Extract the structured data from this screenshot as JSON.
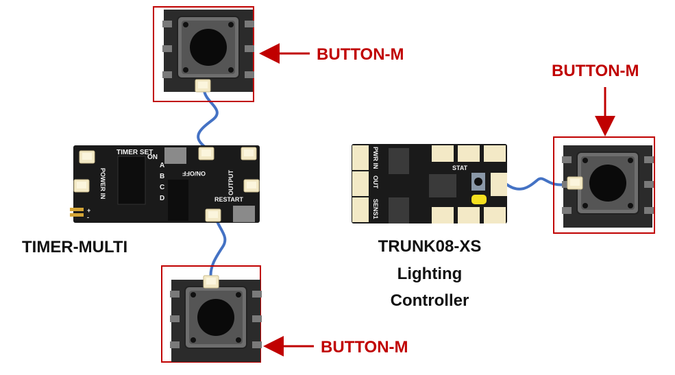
{
  "title": "Button-M connections to Timer-Multi and Trunk08-XS",
  "colors": {
    "callout": "#c00000",
    "wire": "#4472c4",
    "pcb": "#1a1a1a",
    "connector": "#f3e9c6"
  },
  "callouts": [
    {
      "label": "BUTTON-M",
      "arrow": "left"
    },
    {
      "label": "BUTTON-M",
      "arrow": "down"
    },
    {
      "label": "BUTTON-M",
      "arrow": "left"
    }
  ],
  "boards": {
    "timer": {
      "name": "TIMER-MULTI",
      "silk": {
        "timer_set": "TIMER SET",
        "on": "ON",
        "a": "A",
        "b": "B",
        "c": "C",
        "d": "D",
        "power_in": "POWER IN",
        "on_off": "ON/OFF",
        "output": "OUTPUT",
        "restart": "RESTART",
        "plus": "+",
        "minus": "-"
      }
    },
    "trunk": {
      "name_lines": [
        "TRUNK08-XS",
        "Lighting",
        "Controller"
      ],
      "silk": {
        "pwr_in": "PWR IN",
        "out": "OUT",
        "sens1": "SENS1",
        "stat": "STAT"
      }
    }
  }
}
